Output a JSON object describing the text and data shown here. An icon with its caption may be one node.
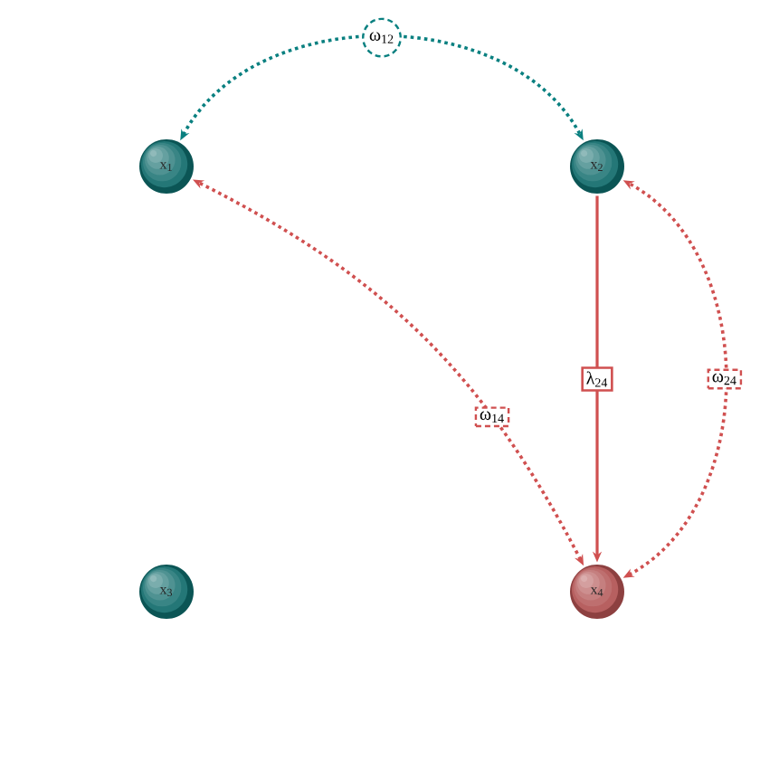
{
  "diagram": {
    "nodes": [
      {
        "text": [
          "x$_{1}$"
        ]
      },
      {
        "text": [
          "x$_{2}$"
        ]
      },
      {
        "text": [
          "x$_{3}$"
        ]
      },
      {
        "text": [
          "x$_{4}$"
        ]
      }
    ],
    "edges": [
      {
        "from": 0,
        "to": 1,
        "arrow": "both",
        "label": "ω$_{12}$",
        "style": "dashed",
        "color": "#0a8080"
      },
      {
        "from": 3,
        "to": 0,
        "arrow": "both",
        "label": "ω$_{14}$",
        "style": "dashed"
      },
      {
        "from": 1,
        "to": 3,
        "arrow": "to",
        "label": "λ$_{24}$"
      },
      {
        "from": 3,
        "to": 1,
        "arrow": "both",
        "label": "ω$_{24}$",
        "style": "dashed"
      }
    ]
  }
}
